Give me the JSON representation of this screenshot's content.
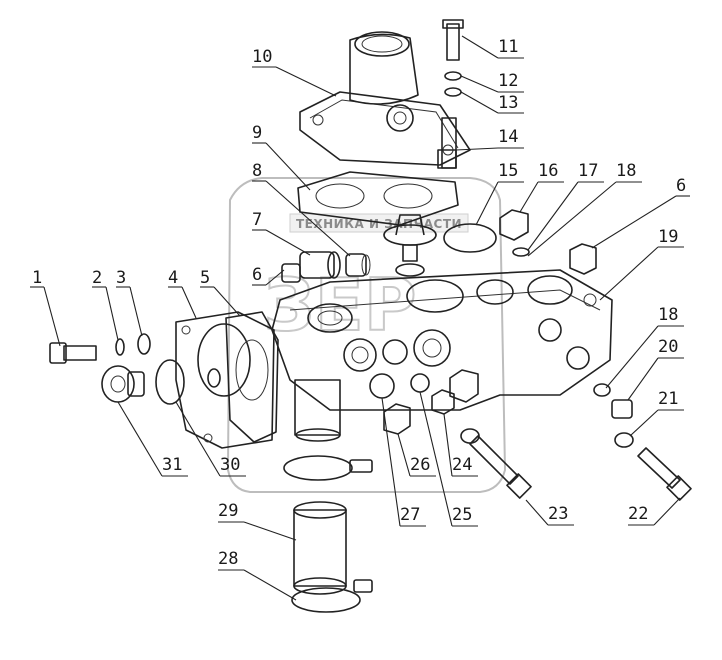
{
  "watermark": {
    "text": "ТЕХНИКА И ЗАПЧАСТИ",
    "logo": "ЗЕР",
    "color": "#8a8a8a"
  },
  "callouts": [
    {
      "id": "c1",
      "label": "1"
    },
    {
      "id": "c2",
      "label": "2"
    },
    {
      "id": "c3",
      "label": "3"
    },
    {
      "id": "c4",
      "label": "4"
    },
    {
      "id": "c5",
      "label": "5"
    },
    {
      "id": "c6a",
      "label": "6"
    },
    {
      "id": "c6b",
      "label": "6"
    },
    {
      "id": "c7",
      "label": "7"
    },
    {
      "id": "c8",
      "label": "8"
    },
    {
      "id": "c9",
      "label": "9"
    },
    {
      "id": "c10",
      "label": "10"
    },
    {
      "id": "c11",
      "label": "11"
    },
    {
      "id": "c12",
      "label": "12"
    },
    {
      "id": "c13",
      "label": "13"
    },
    {
      "id": "c14",
      "label": "14"
    },
    {
      "id": "c15",
      "label": "15"
    },
    {
      "id": "c16",
      "label": "16"
    },
    {
      "id": "c17",
      "label": "17"
    },
    {
      "id": "c18a",
      "label": "18"
    },
    {
      "id": "c18b",
      "label": "18"
    },
    {
      "id": "c19",
      "label": "19"
    },
    {
      "id": "c20",
      "label": "20"
    },
    {
      "id": "c21",
      "label": "21"
    },
    {
      "id": "c22",
      "label": "22"
    },
    {
      "id": "c23",
      "label": "23"
    },
    {
      "id": "c24",
      "label": "24"
    },
    {
      "id": "c25",
      "label": "25"
    },
    {
      "id": "c26",
      "label": "26"
    },
    {
      "id": "c27",
      "label": "27"
    },
    {
      "id": "c28",
      "label": "28"
    },
    {
      "id": "c29",
      "label": "29"
    },
    {
      "id": "c30",
      "label": "30"
    },
    {
      "id": "c31",
      "label": "31"
    }
  ],
  "colors": {
    "ink": "#222222",
    "background": "#ffffff",
    "watermark": "#bdbdbd"
  }
}
